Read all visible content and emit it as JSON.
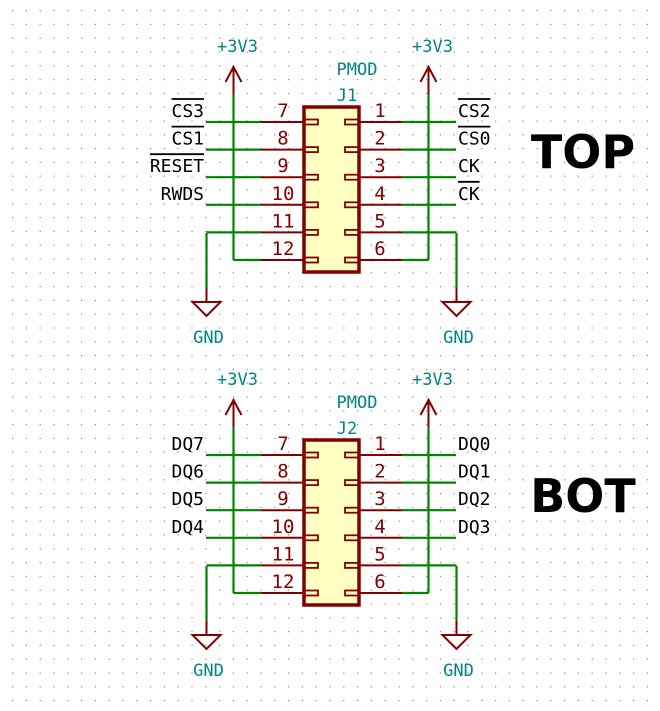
{
  "colors": {
    "background": "#ffffff",
    "grid_dot": "#8c8c8c",
    "wire": "#008400",
    "symbol": "#840000",
    "body_fill": "#ffffc2",
    "power_text": "#008484",
    "net_text": "#000000"
  },
  "connectors": [
    {
      "reference": "J1",
      "value": "PMOD",
      "side_label": "TOP",
      "power_left": "+3V3",
      "power_right": "+3V3",
      "ground_left": "GND",
      "ground_right": "GND",
      "left_pins": [
        {
          "number": "7",
          "net": "CS3",
          "overbar": true
        },
        {
          "number": "8",
          "net": "CS1",
          "overbar": true
        },
        {
          "number": "9",
          "net": "RESET",
          "overbar": true
        },
        {
          "number": "10",
          "net": "RWDS",
          "overbar": false
        },
        {
          "number": "11",
          "net": "",
          "overbar": false,
          "to": "GND"
        },
        {
          "number": "12",
          "net": "",
          "overbar": false,
          "to": "+3V3"
        }
      ],
      "right_pins": [
        {
          "number": "1",
          "net": "CS2",
          "overbar": true
        },
        {
          "number": "2",
          "net": "CS0",
          "overbar": true
        },
        {
          "number": "3",
          "net": "CK",
          "overbar": false
        },
        {
          "number": "4",
          "net": "CK",
          "overbar": true
        },
        {
          "number": "5",
          "net": "",
          "overbar": false,
          "to": "GND"
        },
        {
          "number": "6",
          "net": "",
          "overbar": false,
          "to": "+3V3"
        }
      ]
    },
    {
      "reference": "J2",
      "value": "PMOD",
      "side_label": "BOT",
      "power_left": "+3V3",
      "power_right": "+3V3",
      "ground_left": "GND",
      "ground_right": "GND",
      "left_pins": [
        {
          "number": "7",
          "net": "DQ7",
          "overbar": false
        },
        {
          "number": "8",
          "net": "DQ6",
          "overbar": false
        },
        {
          "number": "9",
          "net": "DQ5",
          "overbar": false
        },
        {
          "number": "10",
          "net": "DQ4",
          "overbar": false
        },
        {
          "number": "11",
          "net": "",
          "overbar": false,
          "to": "GND"
        },
        {
          "number": "12",
          "net": "",
          "overbar": false,
          "to": "+3V3"
        }
      ],
      "right_pins": [
        {
          "number": "1",
          "net": "DQ0",
          "overbar": false
        },
        {
          "number": "2",
          "net": "DQ1",
          "overbar": false
        },
        {
          "number": "3",
          "net": "DQ2",
          "overbar": false
        },
        {
          "number": "4",
          "net": "DQ3",
          "overbar": false
        },
        {
          "number": "5",
          "net": "",
          "overbar": false,
          "to": "GND"
        },
        {
          "number": "6",
          "net": "",
          "overbar": false,
          "to": "+3V3"
        }
      ]
    }
  ]
}
